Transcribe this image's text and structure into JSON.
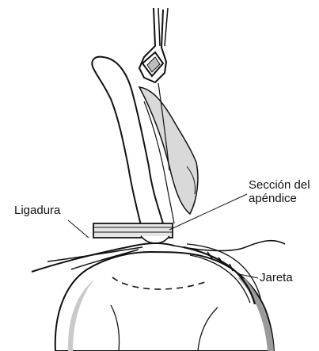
{
  "labels": {
    "ligadura": "Ligadura",
    "seccion_line1": "Sección del",
    "seccion_line2": "apéndice",
    "jareta": "Jareta"
  },
  "colors": {
    "ink": "#111111",
    "shade": "#9a9a9a",
    "light_shade": "#d6d6d6",
    "background": "#ffffff"
  }
}
